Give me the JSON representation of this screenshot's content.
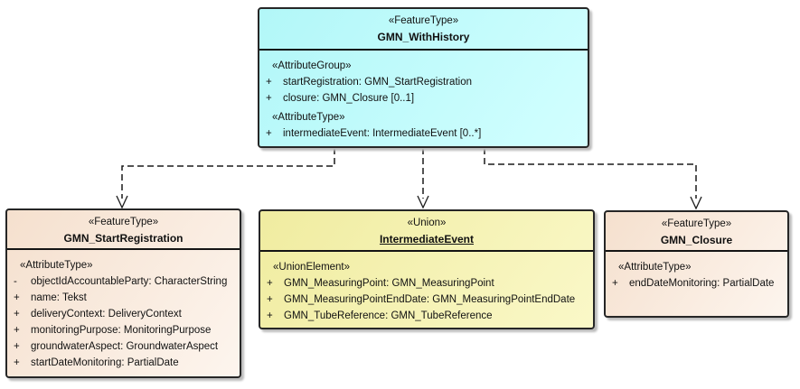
{
  "colors": {
    "top_box": [
      "#b2f7f8",
      "#d2ffff"
    ],
    "feature_box": [
      "#f5e0ce",
      "#fdf5ee"
    ],
    "union_box": [
      "#f0eca0",
      "#faf8c8"
    ],
    "box_border": "#262626",
    "connector": "#1a1a1a",
    "background": "#ffffff"
  },
  "boxes": [
    {
      "stereotype": "«FeatureType»",
      "name": "GMN_WithHistory",
      "sections": [
        {
          "stereotype": "«AttributeGroup»",
          "attributes": [
            {
              "visibility": "+",
              "text": "startRegistration: GMN_StartRegistration"
            },
            {
              "visibility": "+",
              "text": "closure: GMN_Closure [0..1]"
            }
          ]
        },
        {
          "stereotype": "«AttributeType»",
          "attributes": [
            {
              "visibility": "+",
              "text": "intermediateEvent: IntermediateEvent [0..*]"
            }
          ]
        }
      ]
    },
    {
      "stereotype": "«FeatureType»",
      "name": "GMN_StartRegistration",
      "sections": [
        {
          "stereotype": "«AttributeType»",
          "attributes": [
            {
              "visibility": "-",
              "text": "objectIdAccountableParty: CharacterString"
            },
            {
              "visibility": "+",
              "text": "name: Tekst"
            },
            {
              "visibility": "+",
              "text": "deliveryContext: DeliveryContext"
            },
            {
              "visibility": "+",
              "text": "monitoringPurpose: MonitoringPurpose"
            },
            {
              "visibility": "+",
              "text": "groundwaterAspect: GroundwaterAspect"
            },
            {
              "visibility": "+",
              "text": "startDateMonitoring: PartialDate"
            }
          ]
        }
      ]
    },
    {
      "stereotype": "«Union»",
      "name": "IntermediateEvent",
      "sections": [
        {
          "stereotype": "«UnionElement»",
          "attributes": [
            {
              "visibility": "+",
              "text": "GMN_MeasuringPoint: GMN_MeasuringPoint"
            },
            {
              "visibility": "+",
              "text": "GMN_MeasuringPointEndDate: GMN_MeasuringPointEndDate"
            },
            {
              "visibility": "+",
              "text": "GMN_TubeReference: GMN_TubeReference"
            }
          ]
        }
      ]
    },
    {
      "stereotype": "«FeatureType»",
      "name": "GMN_Closure",
      "sections": [
        {
          "stereotype": "«AttributeType»",
          "attributes": [
            {
              "visibility": "+",
              "text": "endDateMonitoring: PartialDate"
            }
          ]
        }
      ]
    }
  ]
}
